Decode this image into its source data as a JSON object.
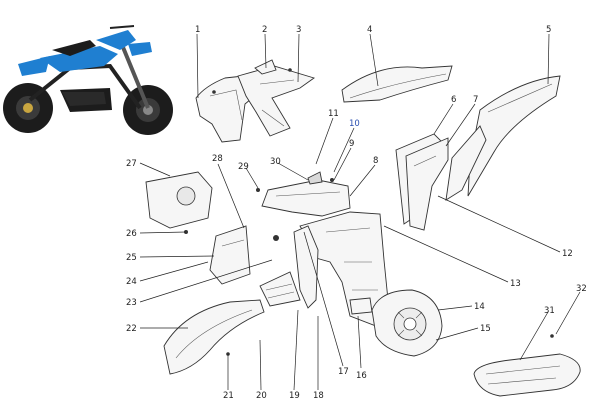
{
  "callouts": [
    "1",
    "2",
    "3",
    "4",
    "5",
    "6",
    "7",
    "8",
    "9",
    "10",
    "11",
    "12",
    "13",
    "14",
    "15",
    "16",
    "17",
    "18",
    "19",
    "20",
    "21",
    "22",
    "23",
    "24",
    "25",
    "26",
    "27",
    "28",
    "29",
    "30",
    "31",
    "32"
  ],
  "colors": {
    "callout_text": "#222222",
    "callout_highlight": "#2a4fb0",
    "bike_accent": "#1f7fd1",
    "line": "#333333"
  }
}
